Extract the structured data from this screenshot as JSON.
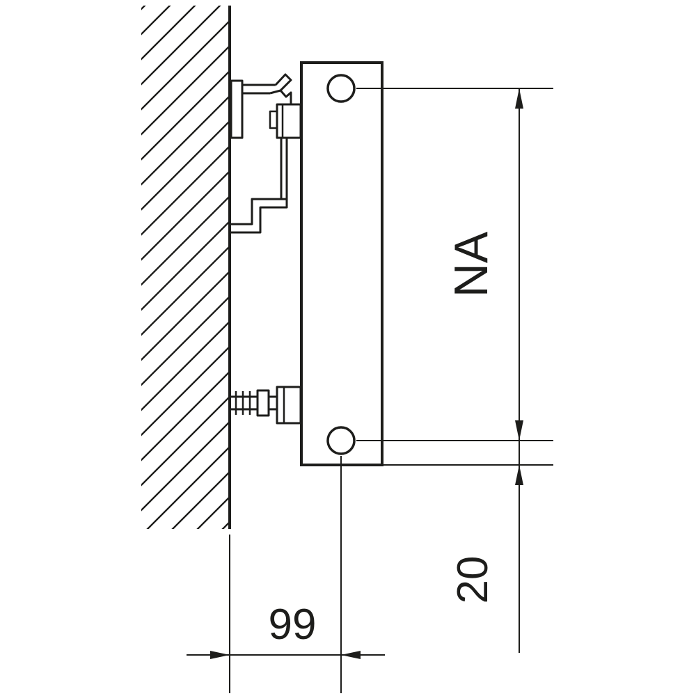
{
  "diagram": {
    "type": "technical-drawing-side-view",
    "background_color": "#ffffff",
    "stroke_color": "#1d1d1b",
    "dimension_labels": {
      "na": "NA",
      "twenty": "20",
      "ninetynine": "99"
    }
  }
}
